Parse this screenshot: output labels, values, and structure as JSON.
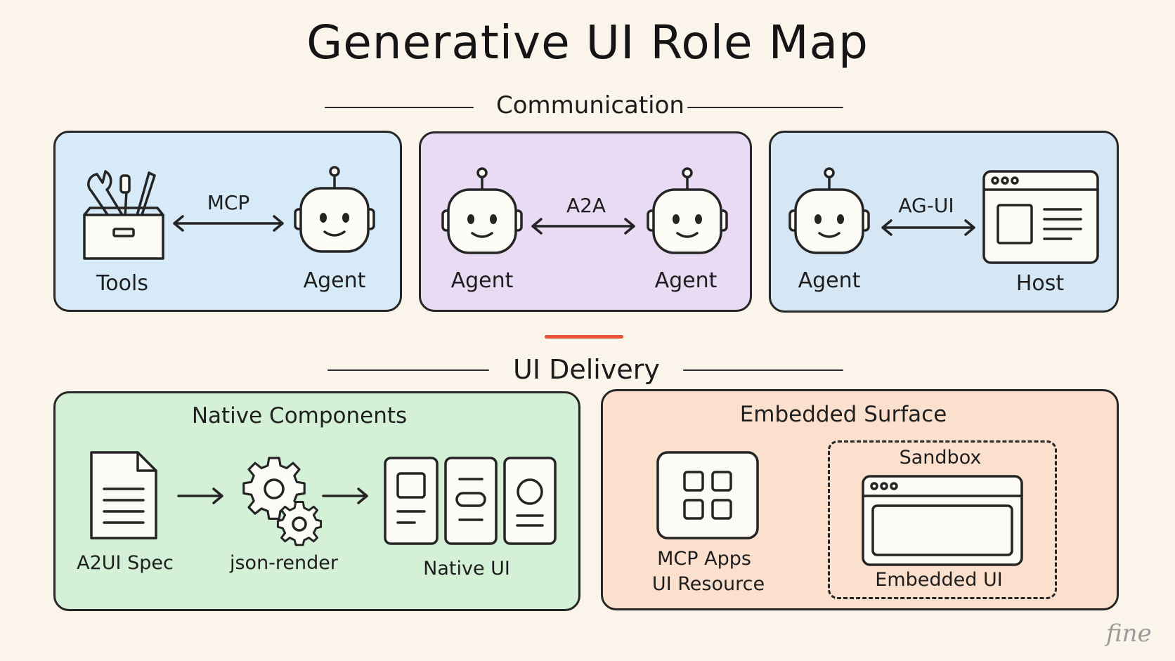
{
  "title": "Generative UI Role Map",
  "sections": {
    "communication": "Communication",
    "ui_delivery": "UI Delivery"
  },
  "communication": [
    {
      "left": "Tools",
      "protocol": "MCP",
      "right": "Agent"
    },
    {
      "left": "Agent",
      "protocol": "A2A",
      "right": "Agent"
    },
    {
      "left": "Agent",
      "protocol": "AG-UI",
      "right": "Host"
    }
  ],
  "native": {
    "title": "Native Components",
    "steps": [
      "A2UI Spec",
      "json-render",
      "Native UI"
    ]
  },
  "embedded": {
    "title": "Embedded Surface",
    "mcp_line1": "MCP Apps",
    "mcp_line2": "UI Resource",
    "sandbox": "Sandbox",
    "embedded_ui": "Embedded UI"
  },
  "watermark": "fine",
  "colors": {
    "panel_blue": "#d6ebf7",
    "panel_purple": "#e8dbf3",
    "panel_green": "#d4f0d6",
    "panel_orange": "#fbe0cd",
    "divider_red": "#e8533a",
    "background": "#faf4ea"
  },
  "icons": [
    "toolbox-icon",
    "robot-icon",
    "browser-window-icon",
    "document-icon",
    "gears-icon",
    "native-cards-icon",
    "app-grid-icon",
    "embedded-window-icon",
    "double-arrow-icon",
    "right-arrow-icon"
  ]
}
